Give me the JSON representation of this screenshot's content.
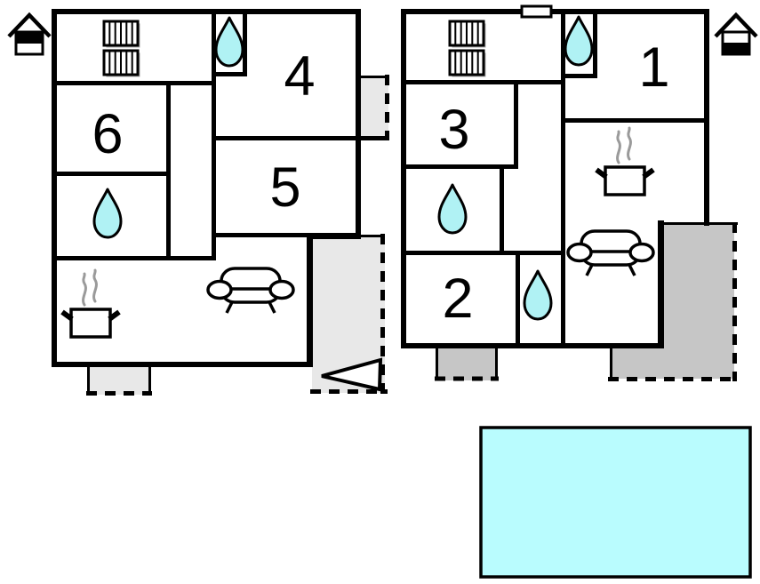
{
  "page": {
    "background": "#ffffff",
    "kind": "vacation-home floor plan, two storeys and pool"
  },
  "colors": {
    "wall": "#000000",
    "water_drop": "#b0f2f4",
    "pool_water": "#b9fcfe",
    "patio_light": "#e8e8e8",
    "patio_dark": "#c6c6c6",
    "steam": "#9a9a9a",
    "background": "#ffffff"
  },
  "floor_plans": {
    "upper": {
      "indicator": "upper-floor-house-icon",
      "rooms": [
        "4",
        "5",
        "6"
      ],
      "features": [
        "radiator",
        "radiator",
        "water-drop",
        "water-drop",
        "stove",
        "sofa",
        "entrance-arrow",
        "side-balcony",
        "terrace",
        "porch"
      ]
    },
    "ground": {
      "indicator": "ground-floor-house-icon",
      "rooms": [
        "1",
        "2",
        "3"
      ],
      "features": [
        "radiator",
        "radiator",
        "water-drop",
        "water-drop",
        "water-drop",
        "stove",
        "sofa",
        "window-marker",
        "terrace",
        "porch"
      ]
    }
  },
  "icons": {
    "house_upper": "upper-floor-house-icon",
    "house_ground": "ground-floor-house-icon",
    "water_drop": "water-drop-icon",
    "radiator": "radiator-icon",
    "stove": "stove-steam-icon",
    "sofa": "sofa-icon",
    "entrance_arrow": "entrance-arrow-icon",
    "window": "window-marker",
    "pool": "swimming-pool"
  }
}
